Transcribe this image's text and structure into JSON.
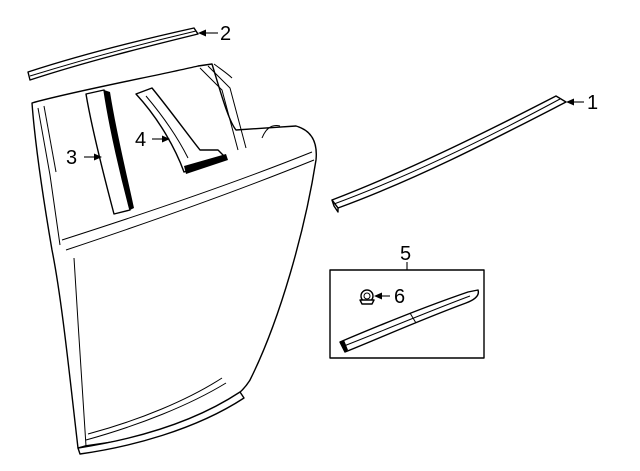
{
  "callouts": {
    "part1": "1",
    "part2": "2",
    "part3": "3",
    "part4": "4",
    "part5": "5",
    "part6": "6"
  },
  "colors": {
    "line": "#000000",
    "background": "#ffffff"
  }
}
